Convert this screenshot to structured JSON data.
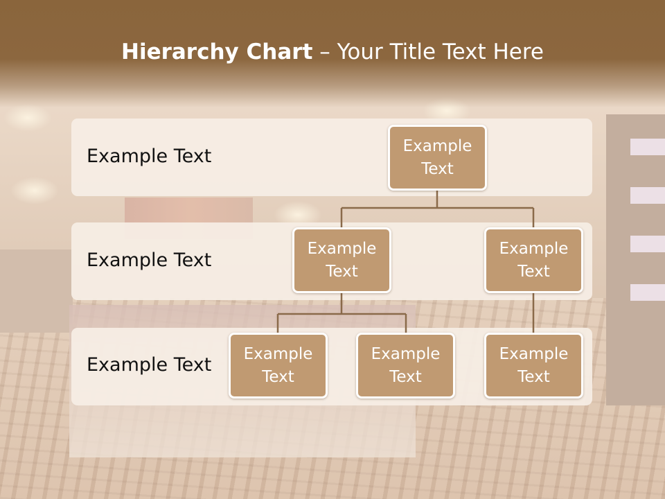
{
  "title": {
    "bold": "Hierarchy Chart",
    "rest": " – Your Title Text Here"
  },
  "rows": [
    {
      "label": "Example Text"
    },
    {
      "label": "Example Text"
    },
    {
      "label": "Example Text"
    }
  ],
  "nodes": {
    "root": {
      "line1": "Example",
      "line2": "Text"
    },
    "level2_left": {
      "line1": "Example",
      "line2": "Text"
    },
    "level2_right": {
      "line1": "Example",
      "line2": "Text"
    },
    "level3_a": {
      "line1": "Example",
      "line2": "Text"
    },
    "level3_b": {
      "line1": "Example",
      "line2": "Text"
    },
    "level3_c": {
      "line1": "Example",
      "line2": "Text"
    }
  },
  "colors": {
    "title_bar": "#8a653c",
    "box_fill": "#c09a72",
    "connector": "#8a6a4a",
    "row_fill": "#f6eee5"
  }
}
